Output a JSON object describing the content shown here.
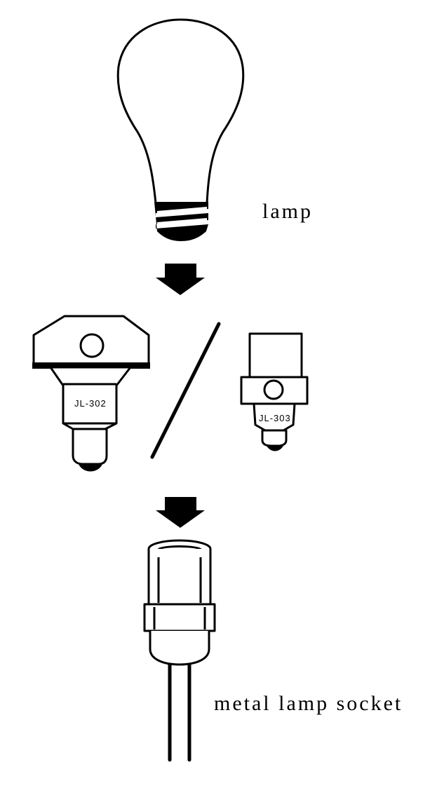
{
  "labels": {
    "lamp": "lamp",
    "socket": "metal lamp socket"
  },
  "adapters": [
    {
      "model": "JL-302"
    },
    {
      "model": "JL-303"
    }
  ],
  "colors": {
    "ink": "#000000",
    "background": "#ffffff"
  },
  "icons": {
    "bulb": "light-bulb-icon",
    "arrow": "down-arrow-icon",
    "socket": "lamp-socket-icon"
  }
}
